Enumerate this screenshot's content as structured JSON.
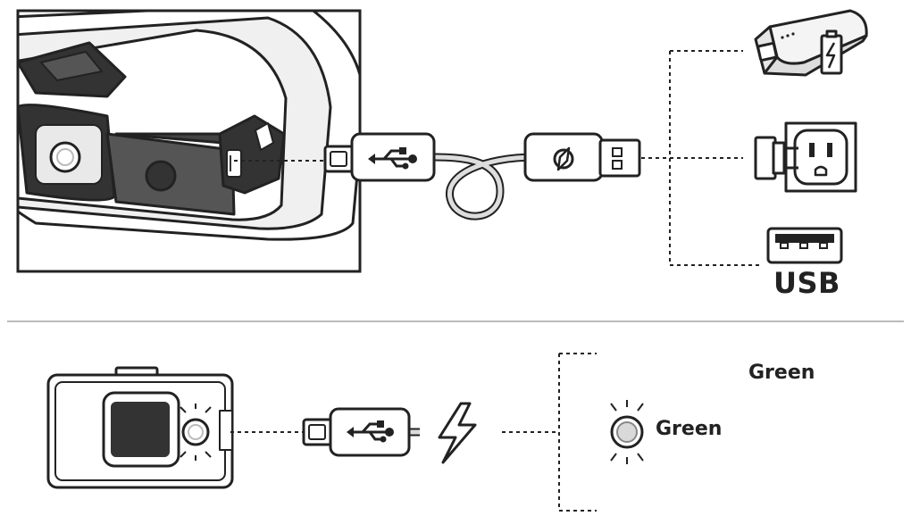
{
  "labels": {
    "usb": "USB",
    "status_top": "Green",
    "status_led": "Green"
  },
  "icons": {
    "power_bank": "power-bank-icon",
    "wall_outlet": "wall-outlet-icon",
    "usb_port": "usb-port-icon",
    "usb_symbol": "usb-symbol-icon",
    "lightning": "lightning-bolt-icon",
    "led": "led-indicator-icon"
  },
  "colors": {
    "line": "#222222",
    "device_fill": "#ffffff",
    "device_shade": "#e6e6e6",
    "dark_part": "#333333",
    "cable": "#dddddd",
    "divider": "#bbbbbb",
    "led_fill": "#d9d9d9"
  }
}
